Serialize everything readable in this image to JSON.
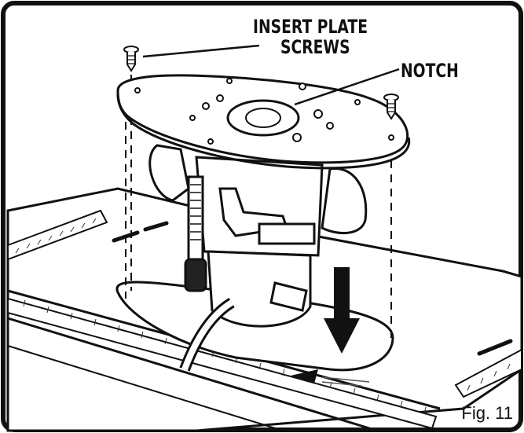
{
  "labels": {
    "insert_plate": "INSERT PLATE",
    "screws": "SCREWS",
    "notch": "NOTCH"
  },
  "figure": {
    "caption": "Fig. 11"
  }
}
